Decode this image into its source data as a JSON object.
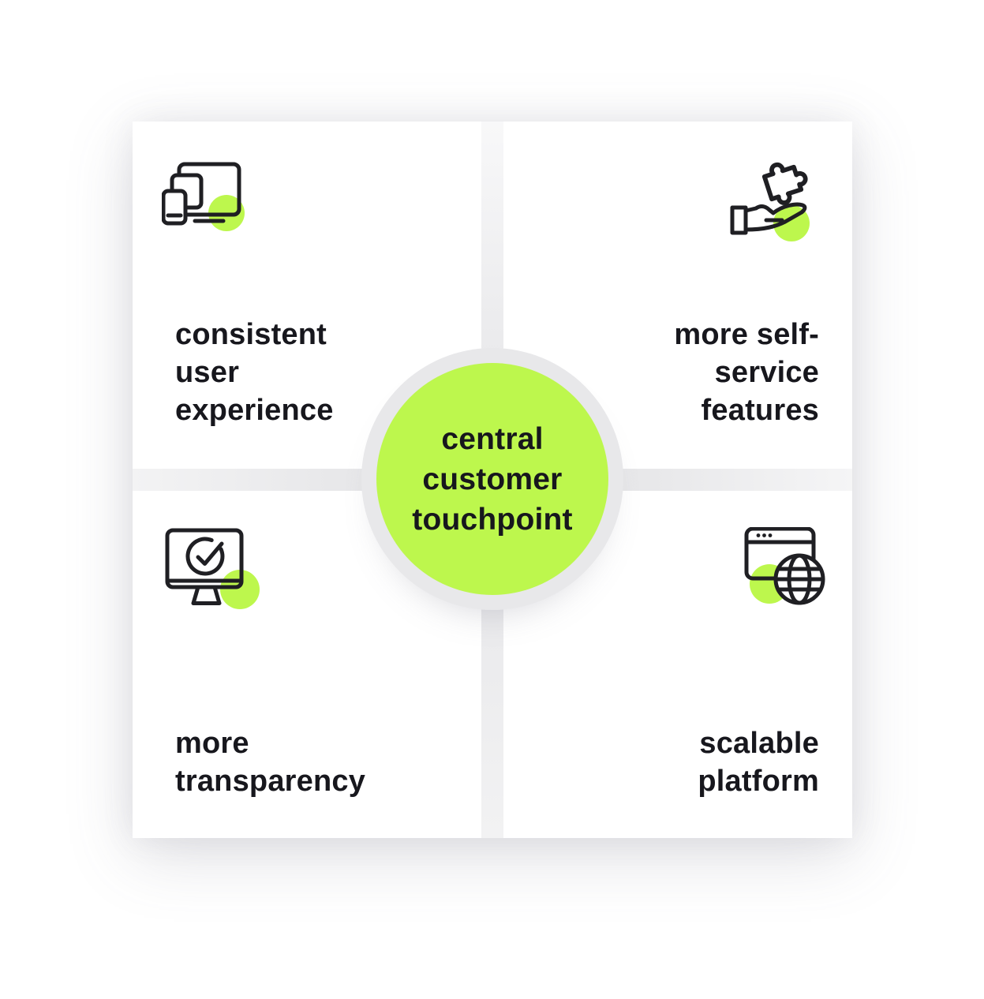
{
  "diagram": {
    "center_label": "central\ncustomer\ntouchpoint",
    "quadrants": [
      {
        "name": "consistent-user-experience",
        "icon": "devices-icon",
        "label": "consistent\nuser\nexperience"
      },
      {
        "name": "more-self-service-features",
        "icon": "hand-puzzle-icon",
        "label": "more self-\nservice\nfeatures"
      },
      {
        "name": "more-transparency",
        "icon": "monitor-check-icon",
        "label": "more\ntransparency"
      },
      {
        "name": "scalable-platform",
        "icon": "browser-globe-icon",
        "label": "scalable\nplatform"
      }
    ],
    "colors": {
      "accent_green": "#bdf74d",
      "text_dark": "#17171d",
      "icon_stroke": "#1f1f23",
      "ring_gray": "#e8e8ea",
      "bar_gray": "#e7e7e9",
      "card_bg": "#ffffff",
      "page_bg": "#ffffff"
    }
  }
}
